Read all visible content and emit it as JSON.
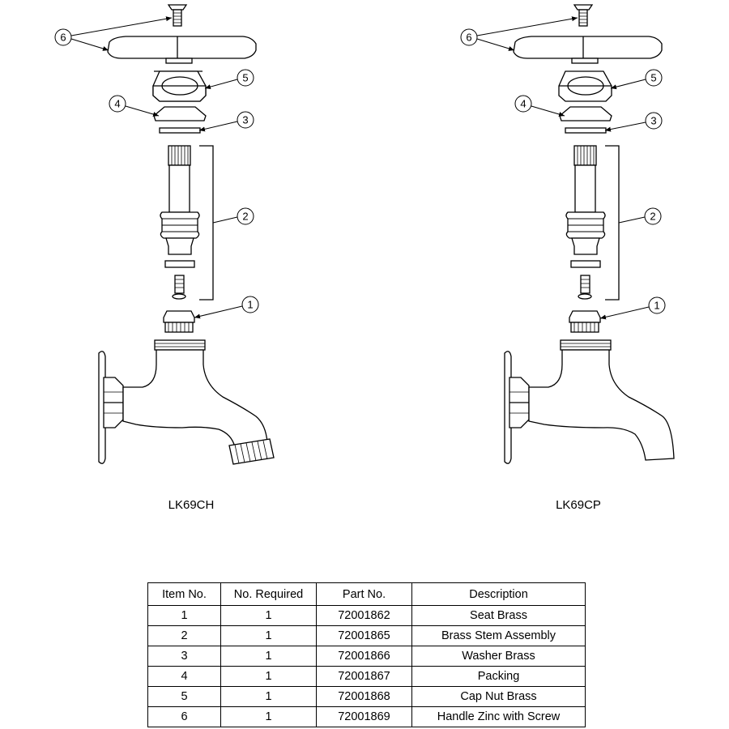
{
  "models": [
    {
      "id": "ch",
      "label": "LK69CH",
      "spout": "threaded"
    },
    {
      "id": "cp",
      "label": "LK69CP",
      "spout": "plain"
    }
  ],
  "callouts": [
    "1",
    "2",
    "3",
    "4",
    "5",
    "6"
  ],
  "parts_table": {
    "headers": [
      "Item No.",
      "No. Required",
      "Part No.",
      "Description"
    ],
    "rows": [
      [
        "1",
        "1",
        "72001862",
        "Seat Brass"
      ],
      [
        "2",
        "1",
        "72001865",
        "Brass Stem Assembly"
      ],
      [
        "3",
        "1",
        "72001866",
        "Washer Brass"
      ],
      [
        "4",
        "1",
        "72001867",
        "Packing"
      ],
      [
        "5",
        "1",
        "72001868",
        "Cap Nut Brass"
      ],
      [
        "6",
        "1",
        "72001869",
        "Handle Zinc with Screw"
      ]
    ]
  }
}
